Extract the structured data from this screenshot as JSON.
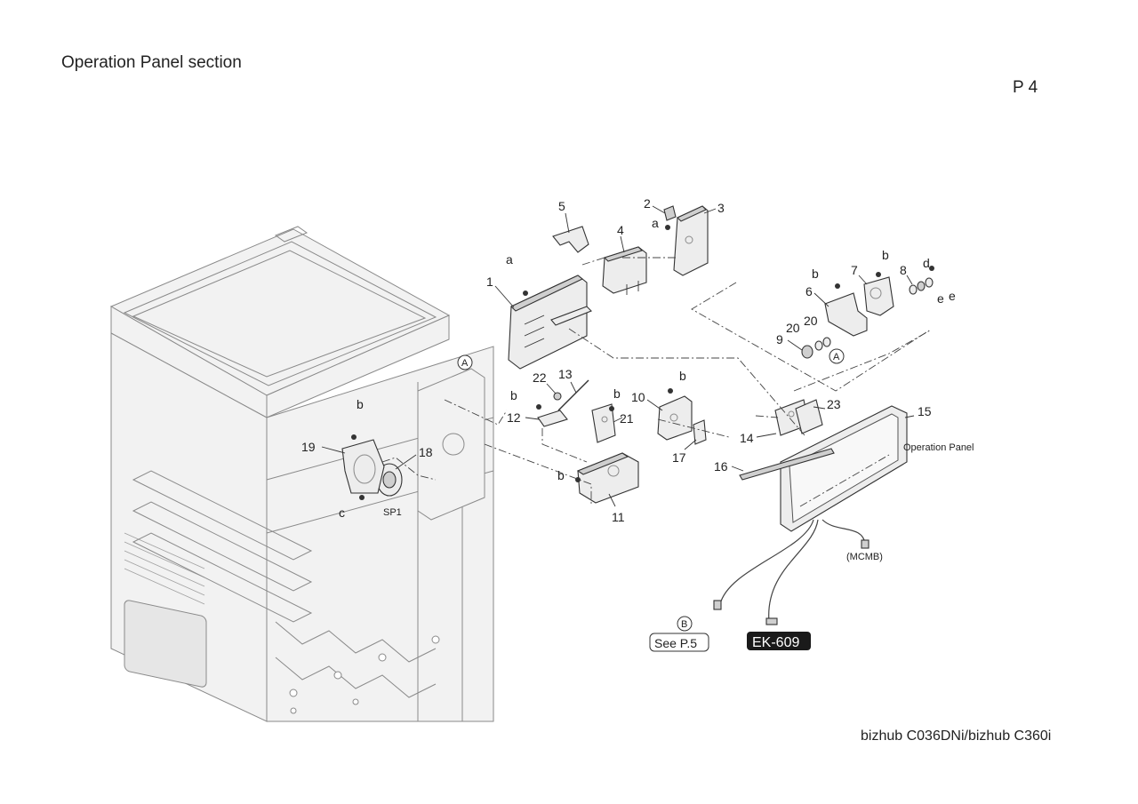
{
  "header": {
    "section_title": "Operation Panel section",
    "page_number": "P 4"
  },
  "footer": {
    "model": "bizhub C036DNi/bizhub C360i"
  },
  "callouts": {
    "p1": "1",
    "p2": "2",
    "p3": "3",
    "p4": "4",
    "p5": "5",
    "p6": "6",
    "p7": "7",
    "p8": "8",
    "p9": "9",
    "p10": "10",
    "p11": "11",
    "p12": "12",
    "p13": "13",
    "p14": "14",
    "p15": "15",
    "p16": "16",
    "p17": "17",
    "p18": "18",
    "p19": "19",
    "p20": "20",
    "p21": "21",
    "p22": "22",
    "p23": "23"
  },
  "screws": {
    "a": "a",
    "b": "b",
    "c": "c",
    "d": "d",
    "e": "e"
  },
  "refs": {
    "A": "A",
    "B": "B"
  },
  "labels": {
    "operation_panel": "Operation Panel",
    "mcmb": "(MCMB)",
    "sp1": "SP1",
    "see_page": "See P.5",
    "ek_option": "EK-609"
  }
}
